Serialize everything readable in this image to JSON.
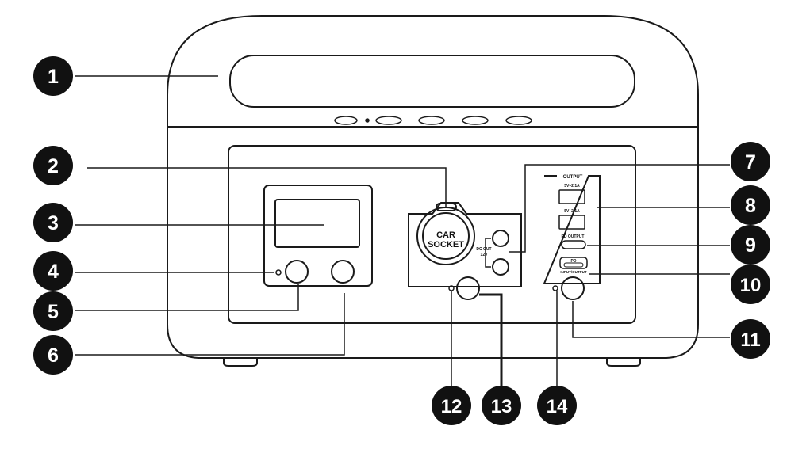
{
  "callouts": [
    {
      "num": "1"
    },
    {
      "num": "2"
    },
    {
      "num": "3"
    },
    {
      "num": "4"
    },
    {
      "num": "5"
    },
    {
      "num": "6"
    },
    {
      "num": "7"
    },
    {
      "num": "8"
    },
    {
      "num": "9"
    },
    {
      "num": "10"
    },
    {
      "num": "11"
    },
    {
      "num": "12"
    },
    {
      "num": "13"
    },
    {
      "num": "14"
    }
  ],
  "labels": {
    "car_socket_line1": "CAR",
    "car_socket_line2": "SOCKET",
    "dc_out_line1": "DC OUT",
    "dc_out_line2": "12V",
    "output": "OUTPUT",
    "usb_a_1": "5V–2.1A",
    "usb_a_2": "5V–2.1A",
    "pd_output": "PD OUTPUT",
    "pd_port": "PD",
    "pd_io": "INPUT/OUTPUT"
  },
  "colors": {
    "outline": "#1a1a1a",
    "badge": "#111111",
    "badge_text": "#ffffff"
  }
}
